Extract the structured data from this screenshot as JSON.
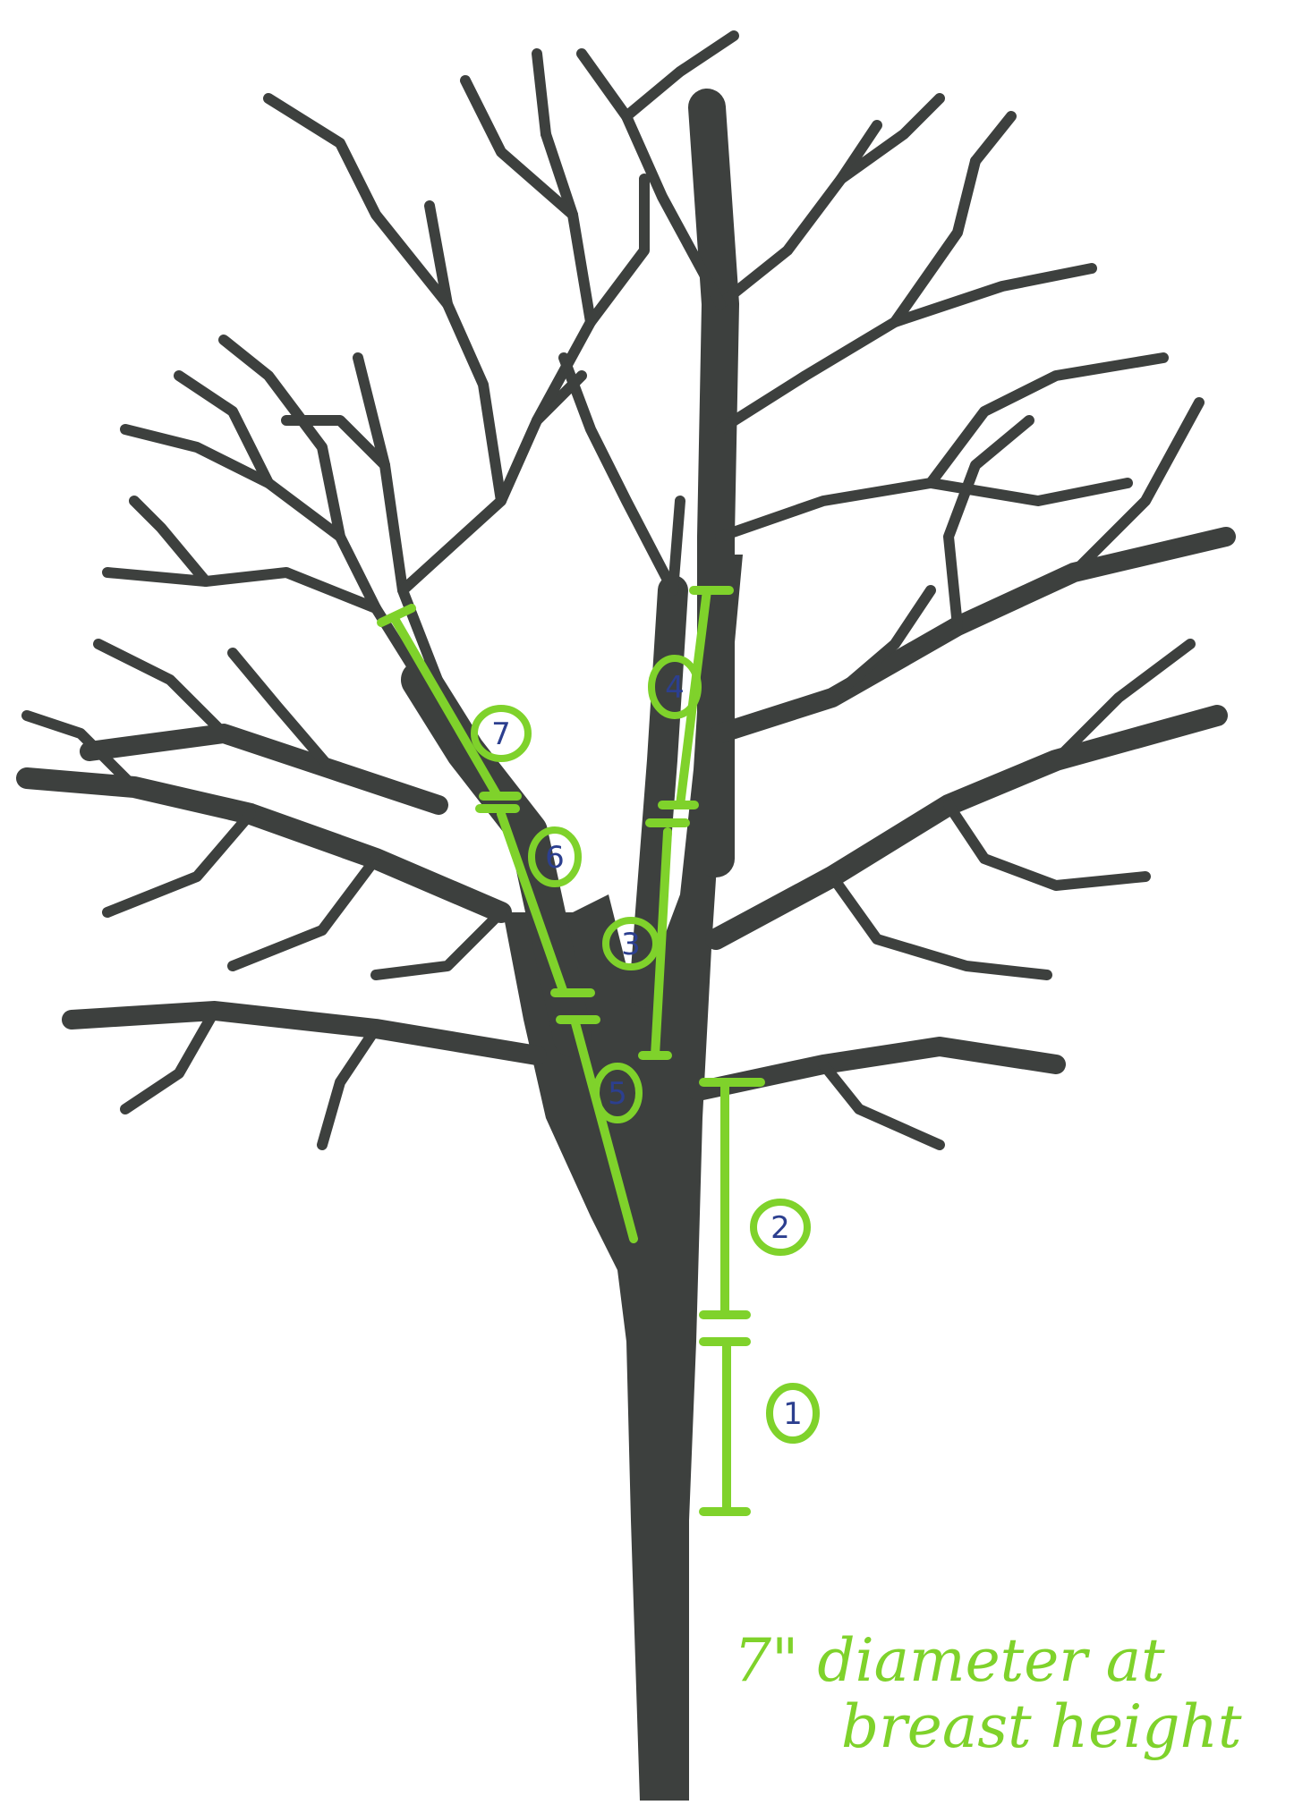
{
  "diagram": {
    "segments": [
      {
        "label": "1"
      },
      {
        "label": "2"
      },
      {
        "label": "3"
      },
      {
        "label": "4"
      },
      {
        "label": "5"
      },
      {
        "label": "6"
      },
      {
        "label": "7"
      }
    ],
    "note_line1": "7\" diameter at",
    "note_line2": "breast height",
    "colors": {
      "tree": "#3d403e",
      "marker": "#7fd22b",
      "ink": "#2c3f8f"
    }
  }
}
